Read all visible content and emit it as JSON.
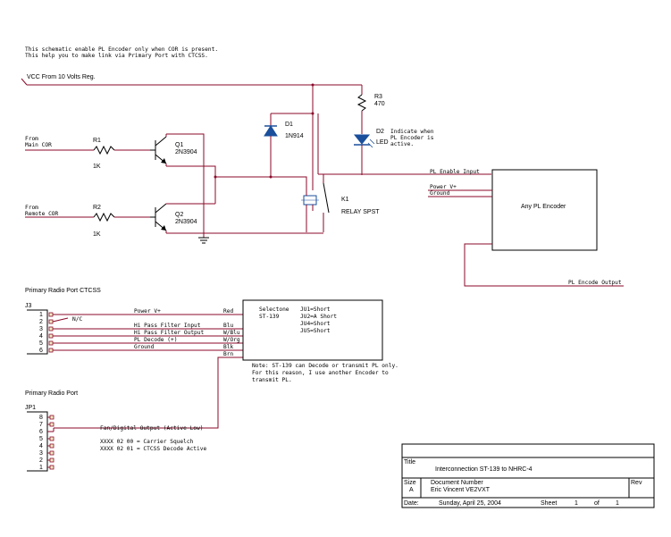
{
  "notes": {
    "line1": "This schematic enable PL Encoder only when COR is present.",
    "line2": "This help you to make link via Primary Port with CTCSS."
  },
  "vcc_label": "VCC From 10 Volts Reg.",
  "inputs": {
    "main_cor": {
      "from": "From",
      "name": "Main COR"
    },
    "remote_cor": {
      "from": "From",
      "name": "Remote COR"
    }
  },
  "components": {
    "R1": {
      "ref": "R1",
      "value": "1K"
    },
    "R2": {
      "ref": "R2",
      "value": "1K"
    },
    "R3": {
      "ref": "R3",
      "value": "470"
    },
    "Q1": {
      "ref": "Q1",
      "value": "2N3904"
    },
    "Q2": {
      "ref": "Q2",
      "value": "2N3904"
    },
    "D1": {
      "ref": "D1",
      "value": "1N914"
    },
    "D2": {
      "ref": "D2",
      "value": "LED",
      "note1": "Indicate when",
      "note2": "PL Encoder is",
      "note3": "active."
    },
    "K1": {
      "ref": "K1",
      "value": "RELAY SPST"
    }
  },
  "encoder": {
    "label": "Any PL Encoder",
    "pl_enable": "PL Enable Input",
    "power": "Power V+",
    "ground": "Ground",
    "output": "PL Encode Output"
  },
  "j3": {
    "title": "Primary Radio Port CTCSS",
    "ref": "J3",
    "pins": [
      "1",
      "2",
      "3",
      "4",
      "5",
      "6"
    ],
    "nc": "N/C",
    "signals": [
      {
        "name": "Power V+",
        "color": "Red"
      },
      {
        "name": "Hi Pass Filter Input",
        "color": "Blu"
      },
      {
        "name": "Hi Pass Filter Output",
        "color": "W/Blu"
      },
      {
        "name": "PL Decode (+)",
        "color": "W/Org"
      },
      {
        "name": "Ground",
        "color": "Blk"
      },
      {
        "name": "",
        "color": "Brn"
      }
    ]
  },
  "selectone": {
    "title1": "Selectone",
    "title2": "ST-139",
    "jumpers": [
      "JU1=Short",
      "JU2=A Short",
      "JU4=Short",
      "JU5=Short"
    ],
    "note1": "Note: ST-139 can Decode or transmit PL only.",
    "note2": "For this reason, I use another Encoder to",
    "note3": "transmit PL."
  },
  "jp1": {
    "title": "Primary Radio Port",
    "ref": "JP1",
    "pins": [
      "8",
      "7",
      "6",
      "5",
      "4",
      "3",
      "2",
      "1"
    ],
    "fan_label": "Fan/Digital Output (Active Low)",
    "code1": "XXXX 02 00 = Carrier Squelch",
    "code2": "XXXX 02 01 = CTCSS Decode Active"
  },
  "titleblock": {
    "title_label": "Title",
    "title": "Interconnection ST-139 to NHRC-4",
    "size_label": "Size",
    "size": "A",
    "docnum_label": "Document Number",
    "docnum": "Eric Vincent VE2VXT",
    "rev_label": "Rev",
    "date_label": "Date:",
    "date": "Sunday, April 25, 2004",
    "sheet_label": "Sheet",
    "sheet": "1",
    "of_label": "of",
    "of": "1"
  }
}
